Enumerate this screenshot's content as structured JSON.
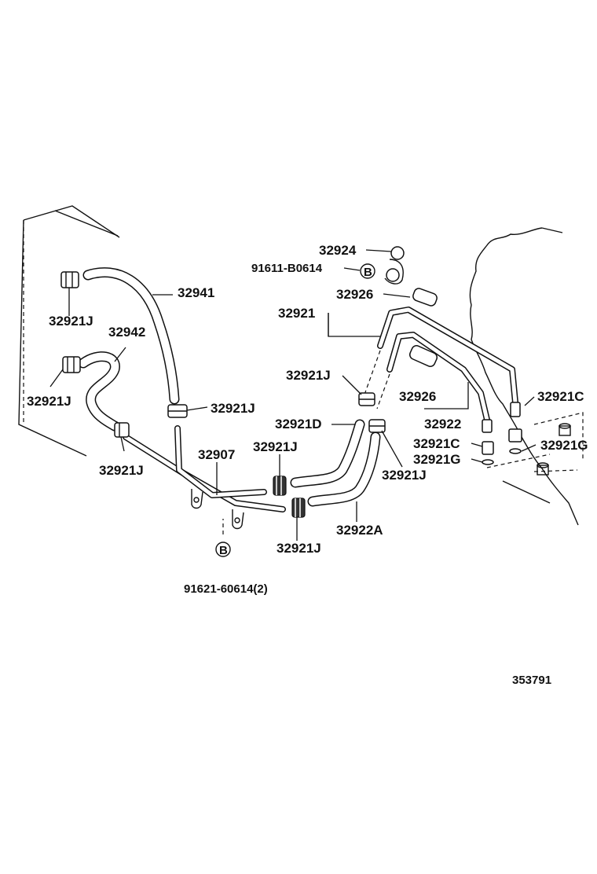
{
  "diagram": {
    "labels": {
      "p32924": "32924",
      "p91611": "91611-B0614",
      "markB1": "B",
      "p32941": "32941",
      "p32926a": "32926",
      "p32921": "32921",
      "p32921J_a": "32921J",
      "p32942": "32942",
      "p32921J_b": "32921J",
      "p32921J_c": "32921J",
      "p32926b": "32926",
      "p32921C_a": "32921C",
      "p32921J_d": "32921J",
      "p32921D": "32921D",
      "p32922": "32922",
      "p32921C_b": "32921C",
      "p32921G_a": "32921G",
      "p32921G_b": "32921G",
      "p32907": "32907",
      "p32921J_e": "32921J",
      "p32921J_f": "32921J",
      "p32921J_g": "32921J",
      "p32922A": "32922A",
      "p32921J_h": "32921J",
      "markB2": "B",
      "p91621": "91621-60614(2)",
      "illustration_no": "353791"
    }
  }
}
